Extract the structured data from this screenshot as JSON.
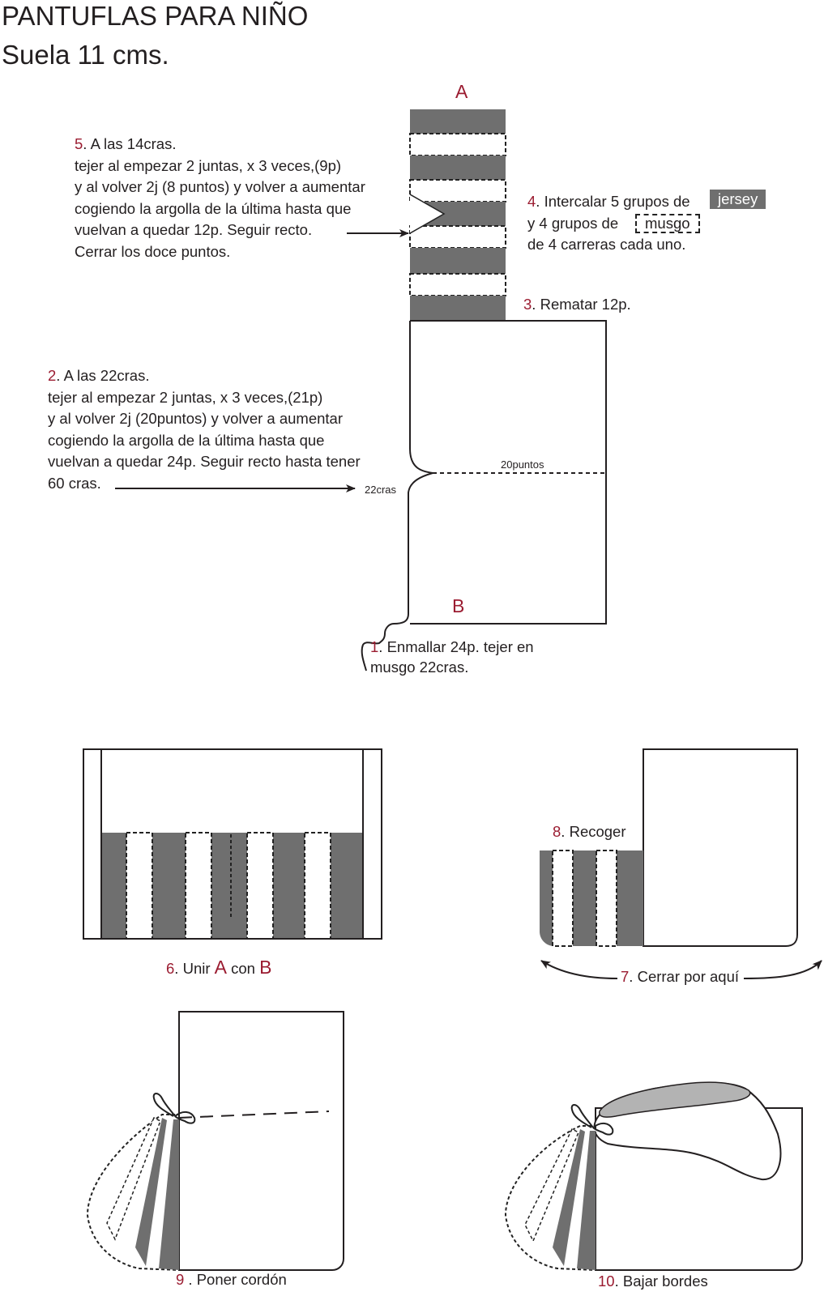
{
  "title": {
    "line1": "PANTUFLAS PARA NIÑO",
    "line2": "Suela 11 cms."
  },
  "labels": {
    "a": "A",
    "b": "B",
    "puntos20": "20puntos",
    "cras22": "22cras"
  },
  "steps": {
    "s1": {
      "num": "1",
      "lines": [
        "Enmallar 24p. tejer en",
        "musgo 22cras."
      ]
    },
    "s2": {
      "num": "2",
      "lines": [
        "A las 22cras.",
        "tejer al empezar 2 juntas, x 3 veces,(21p)",
        "y al volver 2j (20puntos) y volver a aumentar",
        "cogiendo la argolla de la última hasta que",
        "vuelvan a quedar 24p. Seguir recto hasta tener",
        "60 cras."
      ]
    },
    "s3": {
      "num": "3",
      "text": "Rematar 12p."
    },
    "s4": {
      "num": "4",
      "line1": "Intercalar 5 grupos de",
      "tag_jersey": "jersey",
      "line2": "y 4 grupos de",
      "tag_musgo": "musgo",
      "line3": "de 4 carreras cada uno."
    },
    "s5": {
      "num": "5",
      "lines": [
        "A las 14cras.",
        "tejer al empezar 2 juntas, x 3 veces,(9p)",
        "y al volver 2j (8 puntos) y volver a aumentar",
        "cogiendo la argolla de la última hasta que",
        "vuelvan a quedar 12p. Seguir recto.",
        "Cerrar los doce puntos."
      ]
    },
    "s6": {
      "num": "6",
      "pre": "Unir",
      "a": "A",
      "mid": "con",
      "b": "B"
    },
    "s7": {
      "num": "7",
      "text": "Cerrar por aquí"
    },
    "s8": {
      "num": "8",
      "text": "Recoger"
    },
    "s9": {
      "num": "9",
      "text": "Poner cordón"
    },
    "s10": {
      "num": "10",
      "text": "Bajar bordes"
    }
  },
  "colors": {
    "jersey": "#6f6f6f",
    "accent": "#9b1c31",
    "line": "#231f20",
    "flap": "#b3b3b3"
  }
}
